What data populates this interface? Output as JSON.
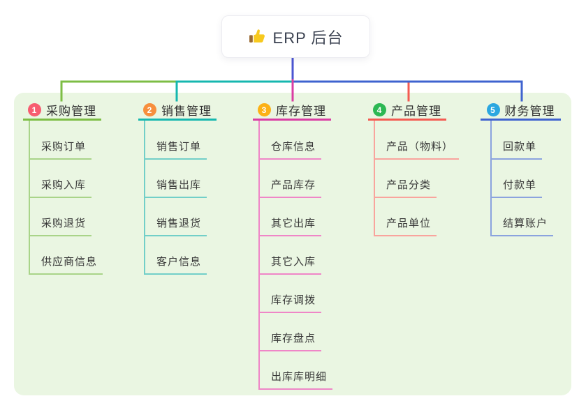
{
  "root": {
    "icon": "thumbs-up-icon",
    "title": "ERP 后台",
    "connector_color": "#4b55d2"
  },
  "panel": {
    "background": "#eaf6e2"
  },
  "branches": [
    {
      "num": "1",
      "label": "采购管理",
      "badge_color": "#f75c70",
      "line_color": "#7dbd45",
      "sub_line_color": "#a9d489",
      "items": [
        "采购订单",
        "采购入库",
        "采购退货",
        "供应商信息"
      ]
    },
    {
      "num": "2",
      "label": "销售管理",
      "badge_color": "#f78f3d",
      "line_color": "#16b7af",
      "sub_line_color": "#72cfc8",
      "items": [
        "销售订单",
        "销售出库",
        "销售退货",
        "客户信息"
      ]
    },
    {
      "num": "3",
      "label": "库存管理",
      "badge_color": "#fcb115",
      "line_color": "#da3da3",
      "sub_line_color": "#ef86c7",
      "items": [
        "仓库信息",
        "产品库存",
        "其它出库",
        "其它入库",
        "库存调拨",
        "库存盘点",
        "出库库明细"
      ]
    },
    {
      "num": "4",
      "label": "产品管理",
      "badge_color": "#2cb853",
      "line_color": "#f45b52",
      "sub_line_color": "#f9a49d",
      "items": [
        "产品（物料）",
        "产品分类",
        "产品单位"
      ]
    },
    {
      "num": "5",
      "label": "财务管理",
      "badge_color": "#2ba7e0",
      "line_color": "#3f63cf",
      "sub_line_color": "#8ba3de",
      "items": [
        "回款单",
        "付款单",
        "结算账户"
      ]
    }
  ]
}
